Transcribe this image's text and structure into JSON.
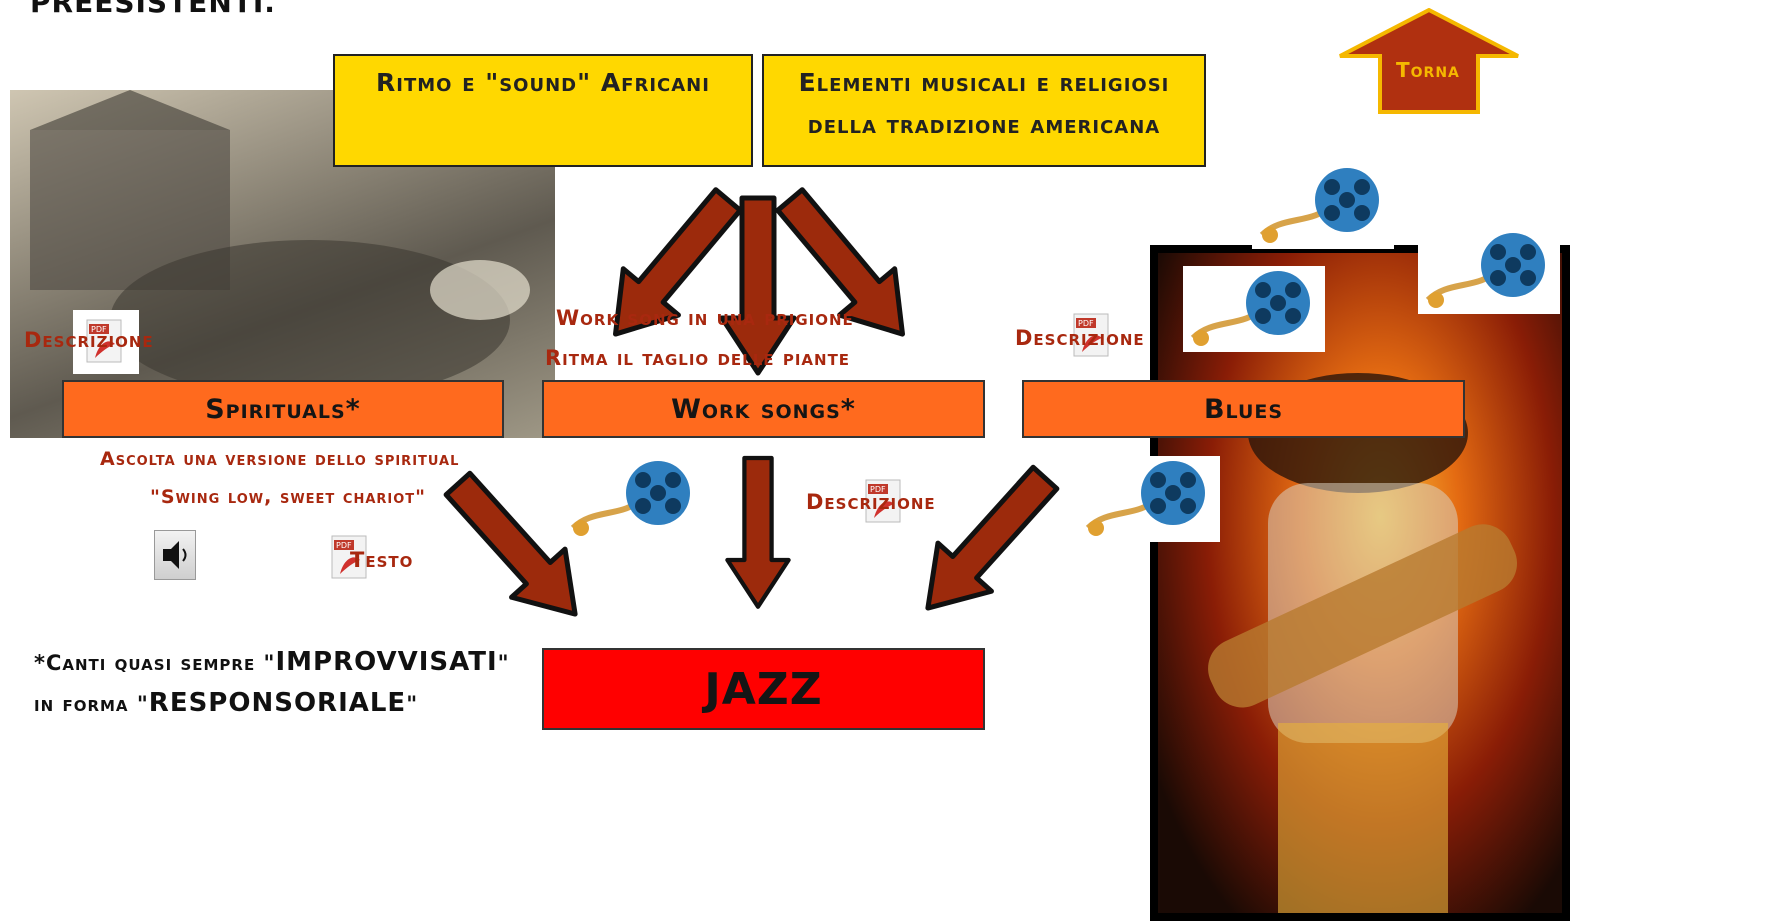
{
  "header": {
    "title": "preesistenti."
  },
  "nav": {
    "back_label": "Torna",
    "colors": {
      "arrow_fill": "#b03010",
      "arrow_border": "#f5b800"
    }
  },
  "sources": {
    "left_label": "Ritmo e \"sound\" Africani",
    "right_line1": "Elementi musicali e religiosi",
    "right_line2": "della tradizione americana"
  },
  "captions": {
    "work_song_prison": "Work song in una prigione",
    "work_song_trees": "Ritma il taglio delle piante",
    "spiritual_listen_1": "Ascolta una versione dello spiritual",
    "spiritual_listen_2": "\"Swing low, sweet chariot\""
  },
  "genres": {
    "spirituals": "Spirituals*",
    "work_songs": "Work songs*",
    "blues": "Blues"
  },
  "links": {
    "descrizione_spirituals": "Descrizione",
    "descrizione_worksongs": "Descrizione",
    "descrizione_blues": "Descrizione",
    "testo": "Testo"
  },
  "result": {
    "label": "JAZZ"
  },
  "footnote": {
    "line1_prefix": "*Canti quasi sempre \"",
    "line1_emphasis": "IMPROVVISATI",
    "line1_suffix": "\"",
    "line2_prefix": "in forma \"",
    "line2_emphasis": "RESPONSORIALE",
    "line2_suffix": "\""
  },
  "icons": {
    "pdf": "pdf-icon",
    "media": "music-film-icon",
    "speaker": "speaker-icon"
  },
  "colors": {
    "yellow_box": "#ffd800",
    "orange_box": "#ff6a1e",
    "jazz_box": "#ff0000",
    "arrow": "#9c2a0c",
    "caption_red": "#a8280f"
  }
}
